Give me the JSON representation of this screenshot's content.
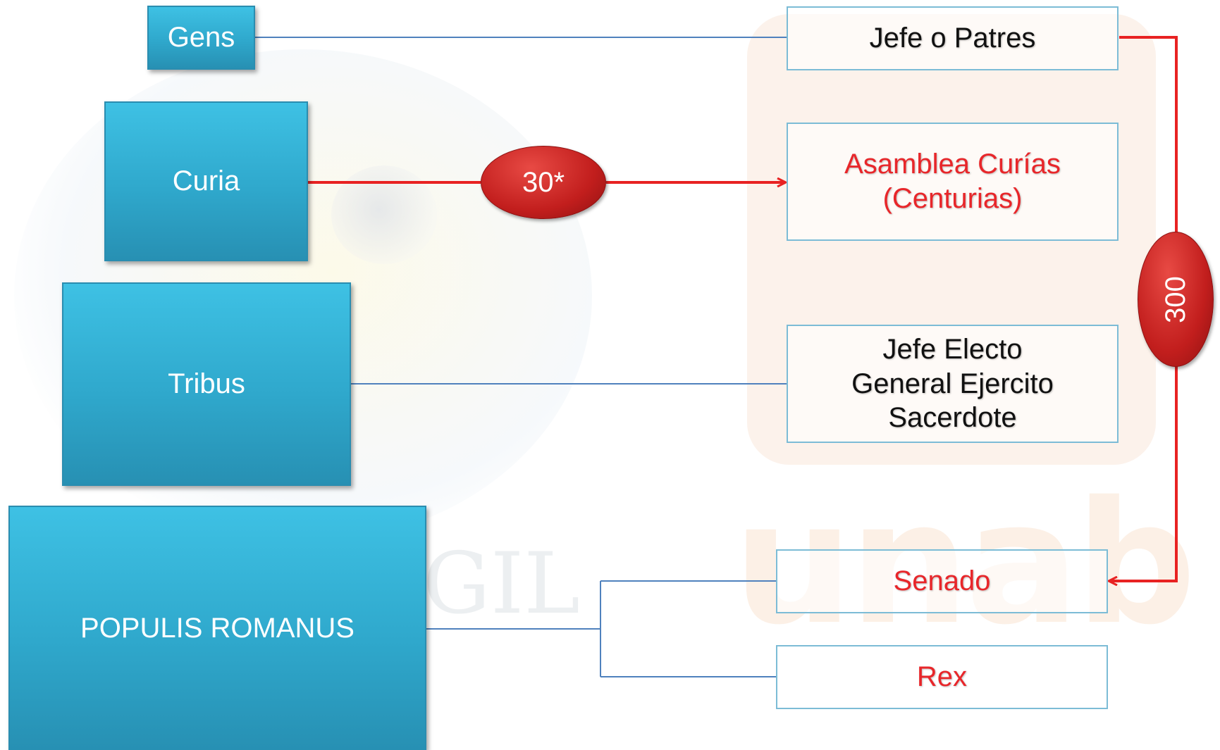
{
  "levels": [
    {
      "label": "Gens"
    },
    {
      "label": "Curia"
    },
    {
      "label": "Tribus"
    },
    {
      "label": "POPULIS ROMANUS"
    }
  ],
  "outputs": {
    "gens_out": {
      "lines": [
        "Jefe o Patres"
      ],
      "color": "#111111"
    },
    "curia_out": {
      "lines": [
        "Asamblea Curías",
        "(Centurias)"
      ],
      "color": "#e8262a"
    },
    "tribus_out": {
      "lines": [
        "Jefe Electo",
        "General Ejercito",
        "Sacerdote"
      ],
      "color": "#111111"
    },
    "senado": {
      "lines": [
        "Senado"
      ],
      "color": "#e8262a"
    },
    "rex": {
      "lines": [
        "Rex"
      ],
      "color": "#e8262a"
    }
  },
  "connectors": {
    "curia_count": "30*",
    "senate_count": "300"
  },
  "colors": {
    "box_fill": "#33b6dc",
    "red_line": "#e82222",
    "blue_line": "#4f81bd"
  }
}
